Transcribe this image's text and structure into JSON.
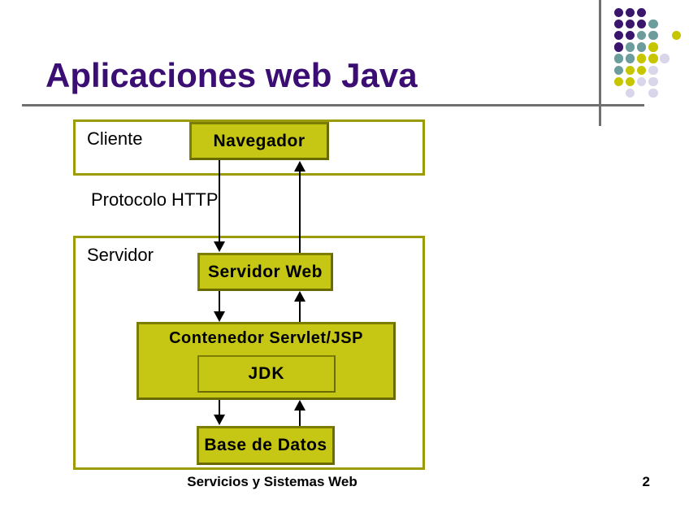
{
  "slide": {
    "title": "Aplicaciones web Java",
    "footer": "Servicios y Sistemas Web",
    "page_number": "2"
  },
  "diagram": {
    "cliente_label": "Cliente",
    "navegador_label": "Navegador",
    "protocolo_label": "Protocolo HTTP",
    "servidor_label": "Servidor",
    "servidor_web_label": "Servidor Web",
    "contenedor_label": "Contenedor Servlet/JSP",
    "jdk_label": "JDK",
    "base_datos_label": "Base de Datos"
  },
  "colors": {
    "title_color": "#3b0e73",
    "box_fill": "#c6c614",
    "box_border": "#7d7d04",
    "outer_border": "#9c9c08",
    "line_gray": "#6f6f6f",
    "dot_purple": "#3a156c",
    "dot_teal": "#6d9c9c",
    "dot_yellow": "#c6c600",
    "dot_lavender": "#d9d5ea"
  },
  "decoration": {
    "dots": [
      {
        "col": 1,
        "row": 1,
        "color": "purple"
      },
      {
        "col": 2,
        "row": 1,
        "color": "purple"
      },
      {
        "col": 3,
        "row": 1,
        "color": "purple"
      },
      {
        "col": 1,
        "row": 2,
        "color": "purple"
      },
      {
        "col": 2,
        "row": 2,
        "color": "purple"
      },
      {
        "col": 3,
        "row": 2,
        "color": "purple"
      },
      {
        "col": 4,
        "row": 2,
        "color": "teal"
      },
      {
        "col": 1,
        "row": 3,
        "color": "purple"
      },
      {
        "col": 2,
        "row": 3,
        "color": "purple"
      },
      {
        "col": 3,
        "row": 3,
        "color": "teal"
      },
      {
        "col": 4,
        "row": 3,
        "color": "teal"
      },
      {
        "col": 6,
        "row": 3,
        "color": "yellow"
      },
      {
        "col": 1,
        "row": 4,
        "color": "purple"
      },
      {
        "col": 2,
        "row": 4,
        "color": "teal"
      },
      {
        "col": 3,
        "row": 4,
        "color": "teal"
      },
      {
        "col": 4,
        "row": 4,
        "color": "yellow"
      },
      {
        "col": 1,
        "row": 5,
        "color": "teal"
      },
      {
        "col": 2,
        "row": 5,
        "color": "teal"
      },
      {
        "col": 3,
        "row": 5,
        "color": "yellow"
      },
      {
        "col": 4,
        "row": 5,
        "color": "yellow"
      },
      {
        "col": 5,
        "row": 5,
        "color": "lavender"
      },
      {
        "col": 1,
        "row": 6,
        "color": "teal"
      },
      {
        "col": 2,
        "row": 6,
        "color": "yellow"
      },
      {
        "col": 3,
        "row": 6,
        "color": "yellow"
      },
      {
        "col": 4,
        "row": 6,
        "color": "lavender"
      },
      {
        "col": 1,
        "row": 7,
        "color": "yellow"
      },
      {
        "col": 2,
        "row": 7,
        "color": "yellow"
      },
      {
        "col": 3,
        "row": 7,
        "color": "lavender"
      },
      {
        "col": 4,
        "row": 7,
        "color": "lavender"
      },
      {
        "col": 2,
        "row": 8,
        "color": "lavender"
      },
      {
        "col": 4,
        "row": 8,
        "color": "lavender"
      }
    ]
  }
}
